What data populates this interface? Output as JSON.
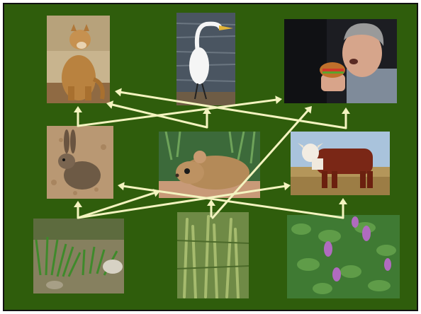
{
  "diagram": {
    "kind": "food-web",
    "background_color": "#2f5d0c",
    "arrow_color": "#f4f4c0",
    "organisms": [
      {
        "id": "cougar",
        "name": "cougar-photo",
        "level": "top-predator"
      },
      {
        "id": "egret",
        "name": "egret-photo",
        "level": "predator"
      },
      {
        "id": "human",
        "name": "human-eating-photo",
        "level": "consumer"
      },
      {
        "id": "rabbit",
        "name": "jackrabbit-photo",
        "level": "herbivore"
      },
      {
        "id": "mouse",
        "name": "mouse-photo",
        "level": "herbivore"
      },
      {
        "id": "cow",
        "name": "cow-photo",
        "level": "herbivore"
      },
      {
        "id": "grass",
        "name": "grass-photo",
        "level": "producer"
      },
      {
        "id": "pickleweed",
        "name": "pickleweed-photo",
        "level": "producer"
      },
      {
        "id": "alfalfa",
        "name": "alfalfa-photo",
        "level": "producer"
      }
    ],
    "links": [
      {
        "from": "rabbit",
        "to": "cougar"
      },
      {
        "from": "mouse",
        "to": "cougar"
      },
      {
        "from": "mouse",
        "to": "egret"
      },
      {
        "from": "cow",
        "to": "cougar"
      },
      {
        "from": "cow",
        "to": "human"
      },
      {
        "from": "rabbit",
        "to": "human"
      },
      {
        "from": "pickleweed",
        "to": "human"
      },
      {
        "from": "grass",
        "to": "rabbit"
      },
      {
        "from": "grass",
        "to": "mouse"
      },
      {
        "from": "grass",
        "to": "cow"
      },
      {
        "from": "pickleweed",
        "to": "mouse"
      },
      {
        "from": "alfalfa",
        "to": "rabbit"
      },
      {
        "from": "alfalfa",
        "to": "cow"
      }
    ]
  }
}
